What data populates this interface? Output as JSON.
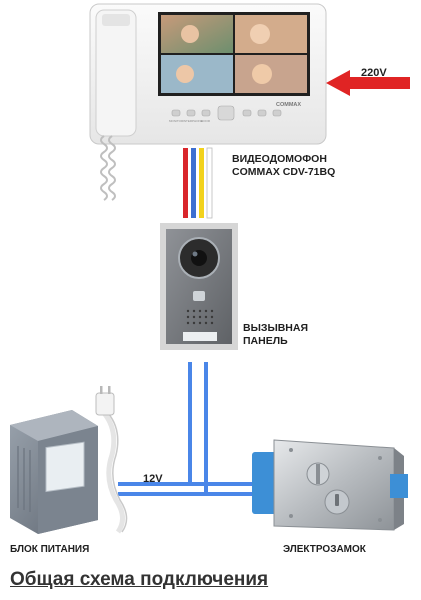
{
  "title": "Общая схема подключения",
  "labels": {
    "monitor_line1": "ВИДЕОДОМОФОН",
    "monitor_line2": "COMMAX CDV-71BQ",
    "panel_line1": "ВЫЗЫВНАЯ",
    "panel_line2": "ПАНЕЛЬ",
    "power_supply": "БЛОК ПИТАНИЯ",
    "electric_lock": "ЭЛЕКТРОЗАМОК",
    "voltage_mains": "220V",
    "voltage_low": "12V"
  },
  "monitor": {
    "brand": "COMMAX",
    "button_labels": [
      "MONITOR",
      "INTERPHONE",
      "DOOR",
      "",
      "",
      "",
      ""
    ]
  },
  "wires": {
    "monitor_to_panel": [
      "#d9262b",
      "#3d6fd1",
      "#f2d21c",
      "#ffffff"
    ],
    "panel_to_devices": "#4a86e8"
  },
  "colors": {
    "arrow": "#e02424",
    "wire_blue": "#3d7fe0",
    "lock_plate": "#3d8fd6"
  }
}
